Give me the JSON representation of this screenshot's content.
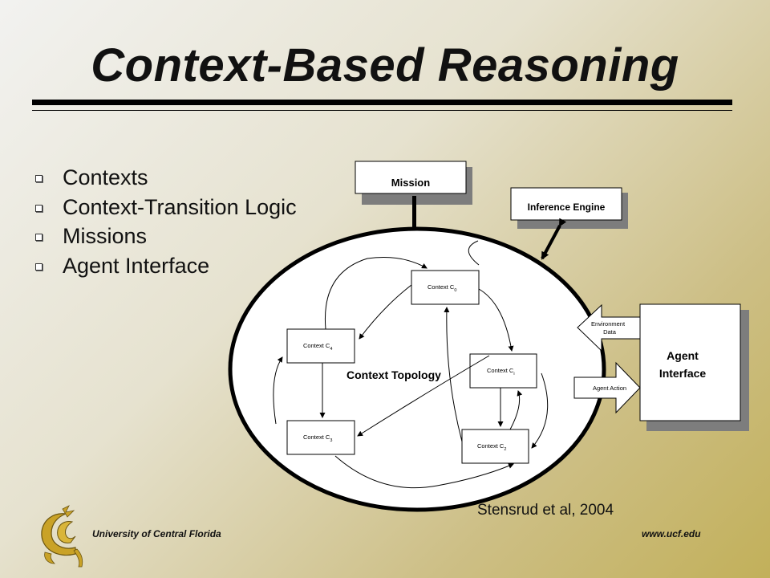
{
  "slide": {
    "title": "Context-Based Reasoning",
    "bullets": [
      "Contexts",
      "Context-Transition Logic",
      "Missions",
      "Agent Interface"
    ],
    "citation": "Stensrud et al, 2004",
    "footer": {
      "university": "University of Central Florida",
      "url": "www.ucf.edu"
    }
  },
  "diagram": {
    "mission": "Mission",
    "inference_engine": "Inference Engine",
    "topology_label": "Context Topology",
    "context_prefix": "Context C",
    "contexts": {
      "c0": "0",
      "c1": "i",
      "c2": "2",
      "c3": "3",
      "c4": "4"
    },
    "environment_data": [
      "Environment",
      "Data"
    ],
    "agent_action": "Agent Action",
    "agent_interface": [
      "Agent",
      "Interface"
    ]
  },
  "colors": {
    "logo_gold": "#c9a227",
    "box_shadow": "#7d7d7d",
    "text": "#111111"
  }
}
